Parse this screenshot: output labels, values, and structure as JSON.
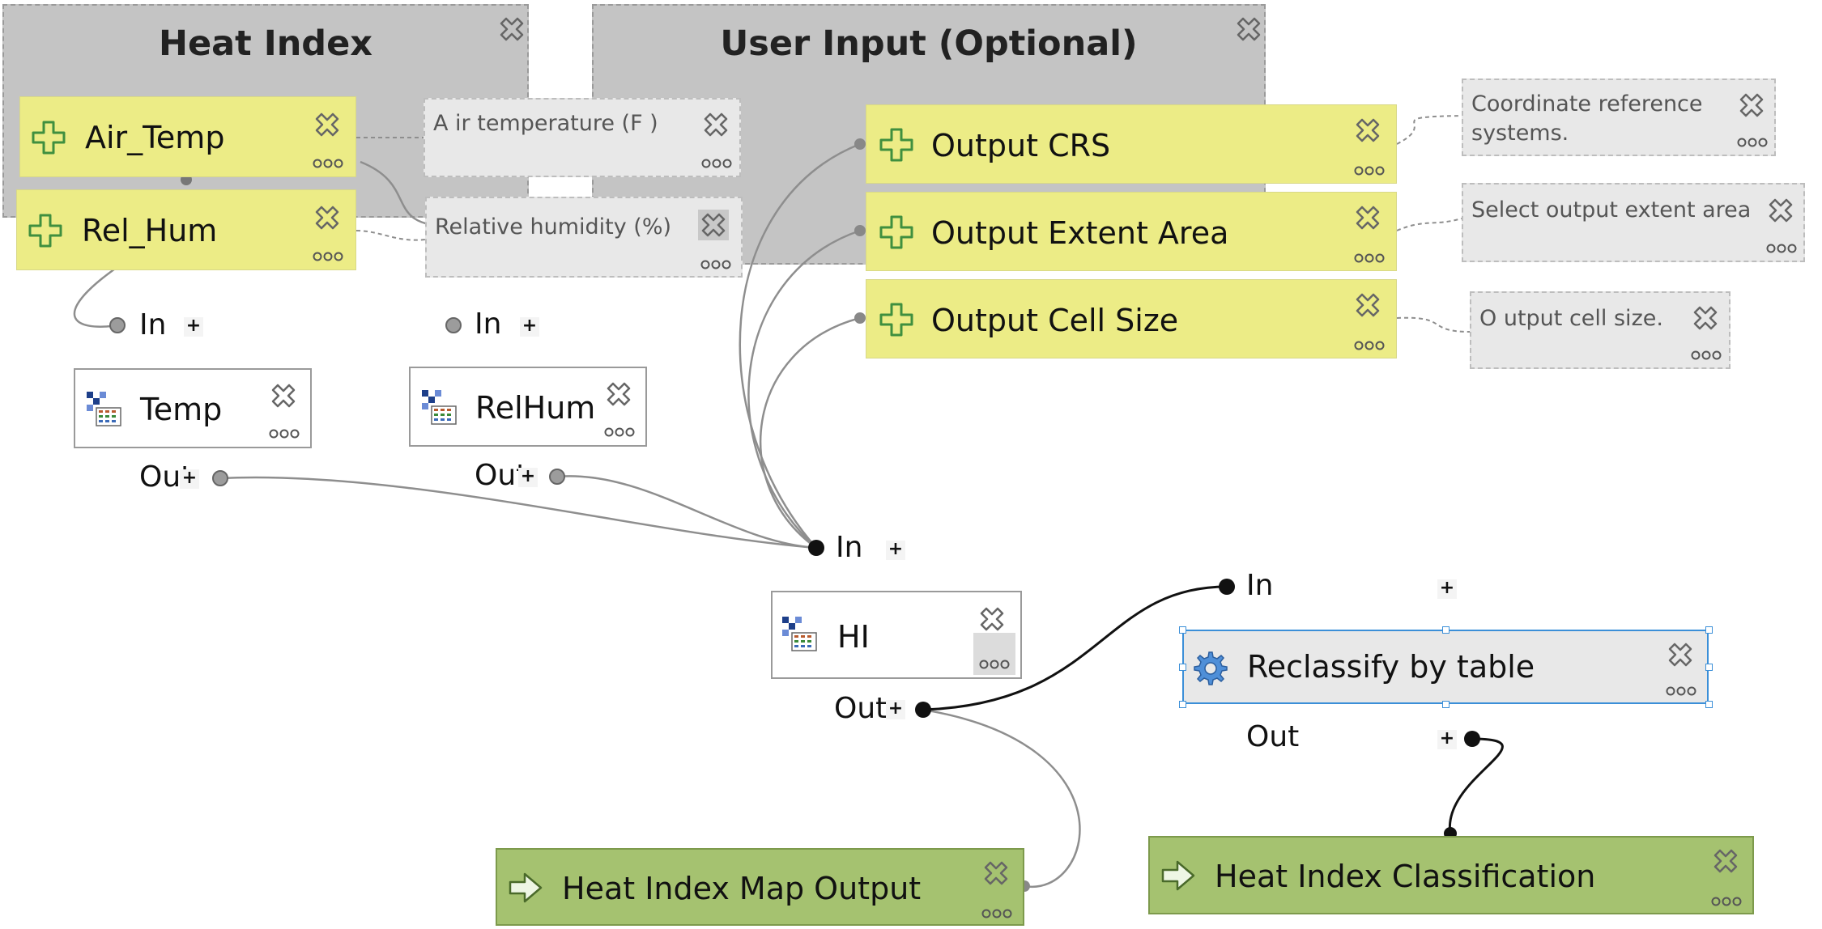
{
  "groups": {
    "heat_index": {
      "title": "Heat Index"
    },
    "user_input": {
      "title": "User Input (Optional)"
    }
  },
  "params": {
    "air_temp": "Air_Temp",
    "rel_hum": "Rel_Hum",
    "output_crs": "Output CRS",
    "output_extent": "Output Extent Area",
    "output_cell_size": "Output Cell Size"
  },
  "comments": {
    "air_temp": "A ir temperature (F )",
    "rel_hum": "Relative humidity  (%)",
    "crs": "Coordinate reference systems.",
    "extent": "Select output extent area",
    "cell_size": "O utput cell size."
  },
  "algorithms": {
    "temp": "Temp",
    "relhum": "RelHum",
    "hi": "HI",
    "reclassify": "Reclassify by table"
  },
  "outputs": {
    "map": "Heat Index Map Output",
    "classification": "Heat Index Classification"
  },
  "ports": {
    "in": "In",
    "out": "Out",
    "plus": "+"
  },
  "icons": {
    "param": "plus-cross-icon",
    "close": "close-x-icon",
    "more": "more-dots-icon",
    "raster_calc": "raster-calculator-icon",
    "gear": "gear-icon",
    "output": "arrow-right-icon"
  },
  "colors": {
    "param_fill": "#ecec86",
    "output_fill": "#a5c270",
    "group_fill": "#c4c4c4",
    "selected_border": "#3b8fd8"
  }
}
